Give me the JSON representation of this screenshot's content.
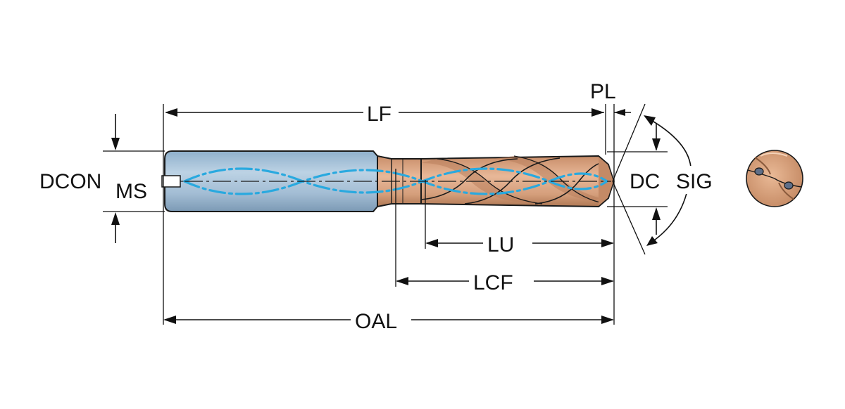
{
  "diagram": {
    "labels": {
      "lf": "LF",
      "pl": "PL",
      "dcon": "DCON",
      "ms": "MS",
      "dc": "DC",
      "sig": "SIG",
      "lu": "LU",
      "lcf": "LCF",
      "oal": "OAL"
    },
    "colors": {
      "shank": "#a9c2d8",
      "flute_body": "#dba683",
      "flute_shadow": "#b97f5c",
      "coolant": "#29a9df",
      "line": "#111111"
    }
  }
}
